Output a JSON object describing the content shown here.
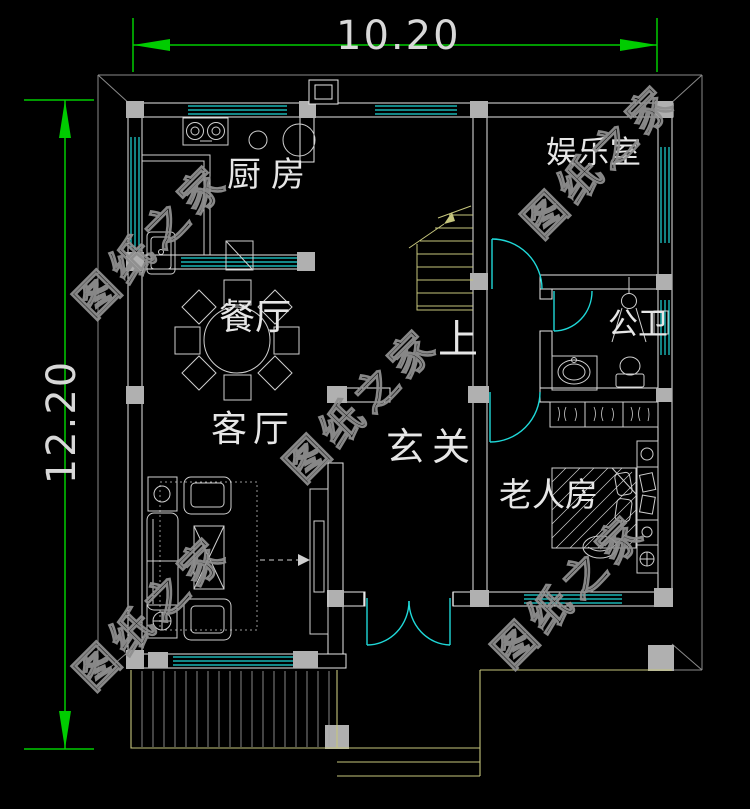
{
  "drawing": {
    "type": "residential floor plan",
    "dimensions": {
      "width": "10.20",
      "height": "12.20"
    },
    "rooms": [
      {
        "id": "kitchen",
        "label": "厨房"
      },
      {
        "id": "entertainment-room",
        "label": "娱乐室"
      },
      {
        "id": "dining-room",
        "label": "餐厅"
      },
      {
        "id": "living-room",
        "label": "客厅"
      },
      {
        "id": "foyer",
        "label": "玄关"
      },
      {
        "id": "public-bathroom",
        "label": "公卫"
      },
      {
        "id": "elderly-bedroom",
        "label": "老人房"
      }
    ],
    "stairs": {
      "direction_label": "上"
    },
    "watermark": {
      "text": "图纸之家"
    },
    "colors": {
      "background": "#000000",
      "dimension_green": "#00cc00",
      "window_cyan": "#1fd8d8",
      "stair_yellow": "#c6c67d",
      "wall_white": "#e8e8e8",
      "column_gray": "#b0b0b0",
      "furniture_gray": "#cfcfcf",
      "watermark_gray": "#8f8f8f",
      "label_white": "#e6e6e6"
    }
  }
}
